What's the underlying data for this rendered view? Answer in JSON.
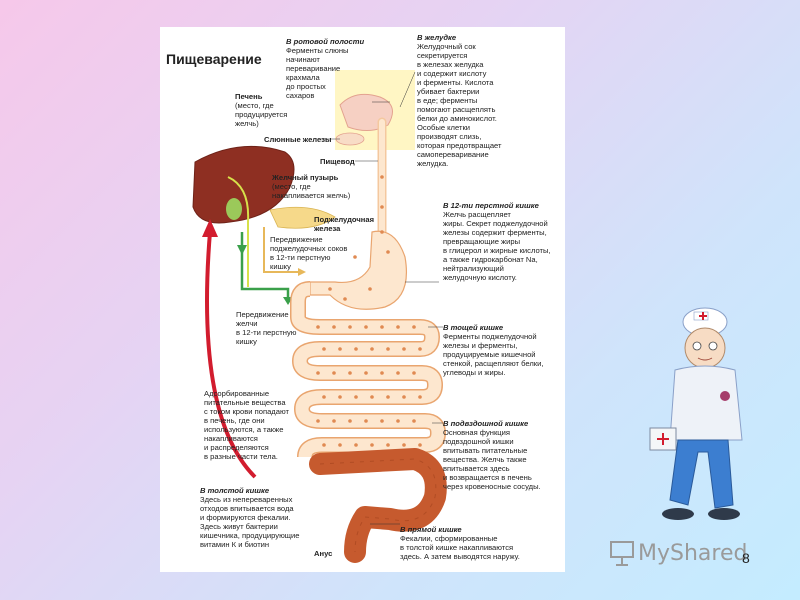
{
  "diagram": {
    "title": "Пищеварение",
    "labels": {
      "mouth_title": "В ротовой полости",
      "mouth_text": [
        "Ферменты слюны",
        "начинают",
        "переваривание",
        "крахмала",
        "до простых",
        "сахаров"
      ],
      "liver_title": "Печень",
      "liver_text": [
        "(место, где",
        "продуцируется",
        "желчь)"
      ],
      "salivary": "Слюнные железы",
      "esophagus": "Пищевод",
      "gallbladder_title": "Желчный пузырь",
      "gallbladder_text": [
        "(место, где",
        "накапливается желчь)"
      ],
      "pancreas": [
        "Поджелудочная",
        "железа"
      ],
      "pancreatic_juice": [
        "Передвижение",
        "поджелудочных соков",
        "в 12-ти перстную",
        "кишку"
      ],
      "bile_move": [
        "Передвижение",
        "желчи",
        "в 12-ти перстную",
        "кишку"
      ],
      "absorbed": [
        "Адсорбированные",
        "питательные вещества",
        "с током крови попадают",
        "в печень, где они",
        "используются, а также",
        "накапливаются",
        "и распределяются",
        "в разные части тела."
      ],
      "colon_title": "В толстой кишке",
      "colon_text": [
        "Здесь из непереваренных",
        "отходов впитывается вода",
        "и формируются фекалии.",
        "Здесь живут бактерии",
        "кишечника, продуцирующие",
        "витамин К и биотин"
      ],
      "anus": "Анус",
      "stomach_title": "В желудке",
      "stomach_text": [
        "Желудочный сок",
        "секретируется",
        "в железах желудка",
        "и содержит кислоту",
        "и ферменты. Кислота",
        "убивает бактерии",
        "в еде; ферменты",
        "помогают расщеплять",
        "белки до аминокислот.",
        "Особые клетки",
        "производят слизь,",
        "которая предотвращает",
        "самопереваривание",
        "желудка."
      ],
      "duodenum_title": "В 12-ти перстной кишке",
      "duodenum_text": [
        "Желчь расщепляет",
        "жиры. Секрет поджелудочной",
        "железы содержит ферменты,",
        "превращающие жиры",
        "в глицерол и жирные кислоты,",
        "а также гидрокарбонат Na,",
        "нейтрализующий",
        "желудочную кислоту."
      ],
      "jejunum_title": "В тощей кишке",
      "jejunum_text": [
        "Ферменты поджелудочной",
        "железы и ферменты,",
        "продуцируемые кишечной",
        "стенкой, расщепляют белки,",
        "углеводы и жиры."
      ],
      "ileum_title": "В подвздошной кишке",
      "ileum_text": [
        "Основная функция",
        "подвздошной кишки",
        "впитывать питательные",
        "вещества. Желчь также",
        "впитывается здесь",
        "и возвращается в печень",
        "через кровеносные сосуды."
      ],
      "rectum_title": "В прямой кишке",
      "rectum_text": [
        "Фекалии, сформированные",
        "в толстой кишке накапливаются",
        "здесь. А затем выводятся наружу."
      ]
    },
    "colors": {
      "liver": "#8e2f22",
      "intestine": "#fde7cf",
      "intestine_outline": "#e9a56f",
      "dots": "#e08a52",
      "colon": "#c65a2e",
      "blood_arrow": "#d21c2e",
      "bile_arrow": "#3aa04a",
      "pancreatic_arrow": "#e7b85a",
      "mouth_area": "#fff3b0"
    }
  },
  "footer": {
    "watermark_text": "MyShared",
    "page_number": "8"
  }
}
